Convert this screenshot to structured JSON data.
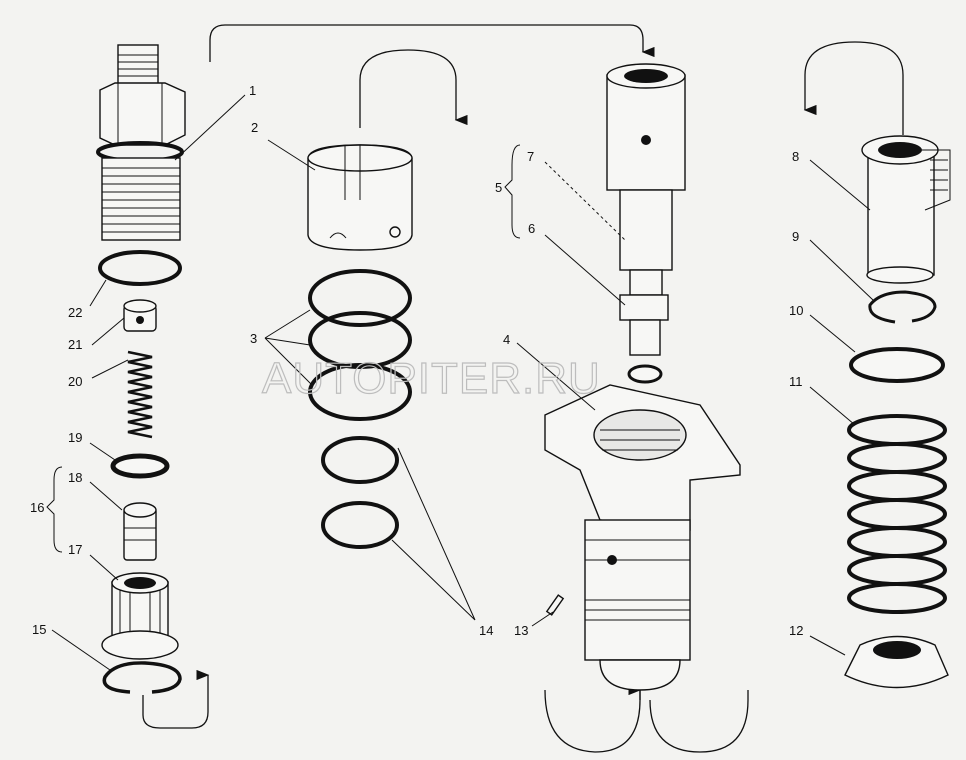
{
  "diagram": {
    "type": "exploded-parts-view",
    "watermark": "AUTOPITER.RU",
    "labels": {
      "p1": "1",
      "p2": "2",
      "p3": "3",
      "p4": "4",
      "p5": "5",
      "p6": "6",
      "p7": "7",
      "p8": "8",
      "p9": "9",
      "p10": "10",
      "p11": "11",
      "p12": "12",
      "p13": "13",
      "p14": "14",
      "p15": "15",
      "p16": "16",
      "p17": "17",
      "p18": "18",
      "p19": "19",
      "p20": "20",
      "p21": "21",
      "p22": "22"
    }
  }
}
